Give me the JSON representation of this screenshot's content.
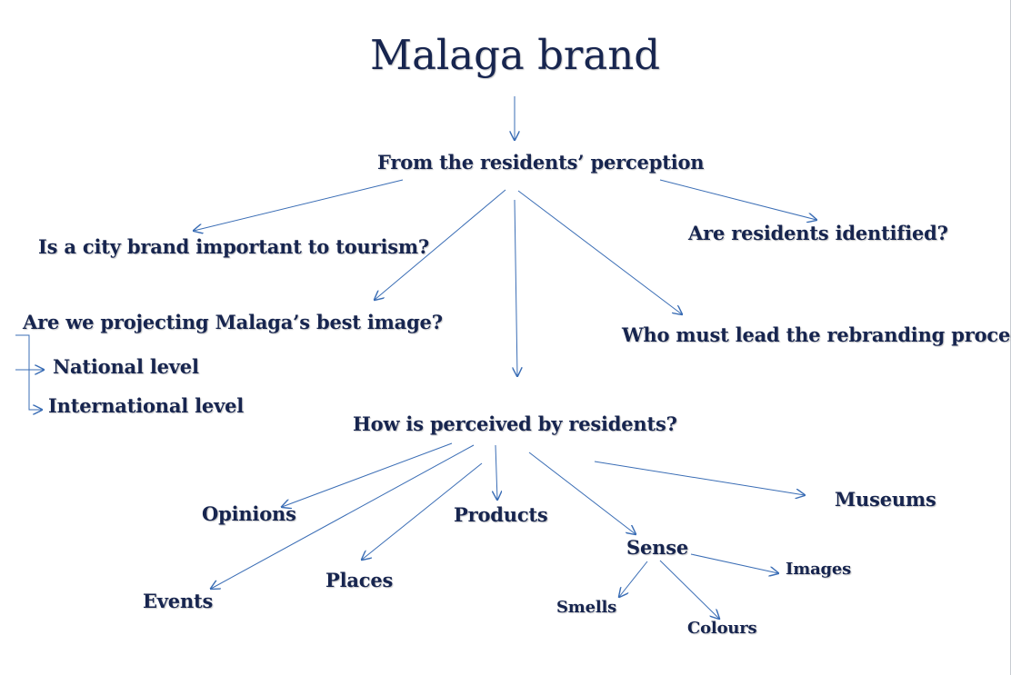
{
  "title": "Malaga brand",
  "nodes": {
    "perception": "From the residents’ perception",
    "tourism": "Is a city brand important to tourism?",
    "identified": "Are residents identified?",
    "best_image": "Are we projecting Malaga’s best image?",
    "rebranding": "Who must lead the rebranding process?",
    "national": "National level",
    "international": "International level",
    "perceived": "How is perceived by residents?",
    "opinions": "Opinions",
    "products": "Products",
    "museums": "Museums",
    "sense": "Sense",
    "places": "Places",
    "events": "Events",
    "images": "Images",
    "smells": "Smells",
    "colours": "Colours"
  },
  "colors": {
    "text": "#17254f",
    "arrow": "#3a6db5"
  }
}
